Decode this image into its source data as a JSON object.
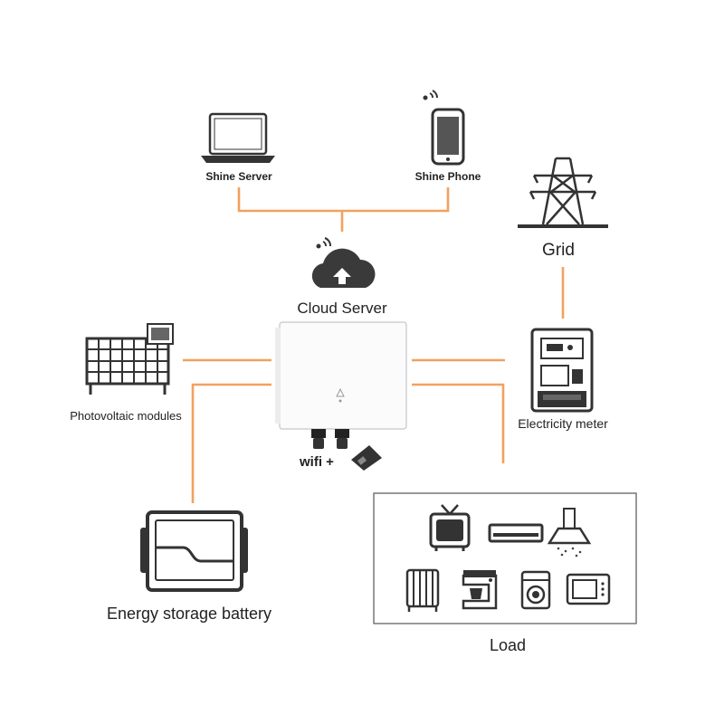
{
  "labels": {
    "shine_server": "Shine Server",
    "shine_phone": "Shine Phone",
    "grid": "Grid",
    "cloud_server": "Cloud Server",
    "photovoltaic": "Photovoltaic modules",
    "electricity_meter": "Electricity meter",
    "wifi": "wifi +",
    "battery": "Energy storage battery",
    "load": "Load"
  },
  "colors": {
    "connector": "#f2a15f",
    "ink": "#333333",
    "text": "#222222"
  }
}
